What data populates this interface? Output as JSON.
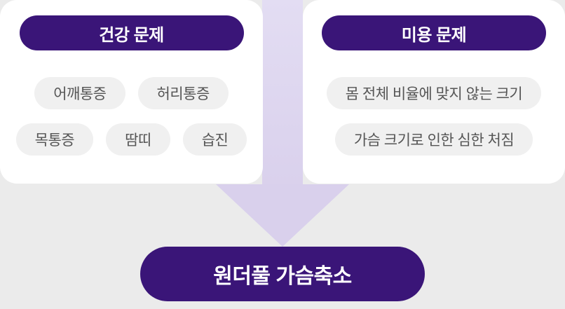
{
  "health_card": {
    "title": "건강 문제",
    "tags": [
      "어깨통증",
      "허리통증",
      "목통증",
      "땀띠",
      "습진"
    ]
  },
  "beauty_card": {
    "title": "미용 문제",
    "tags": [
      "몸 전체 비율에 맞지 않는 크기",
      "가슴 크기로 인한 심한 처짐"
    ]
  },
  "result": {
    "label": "원더풀 가슴축소"
  },
  "colors": {
    "background": "#ebebeb",
    "card": "#ffffff",
    "primary": "#3a1578",
    "arrow": "#d9d0ec",
    "tag_bg": "#f0f0f0",
    "tag_text": "#555555"
  }
}
